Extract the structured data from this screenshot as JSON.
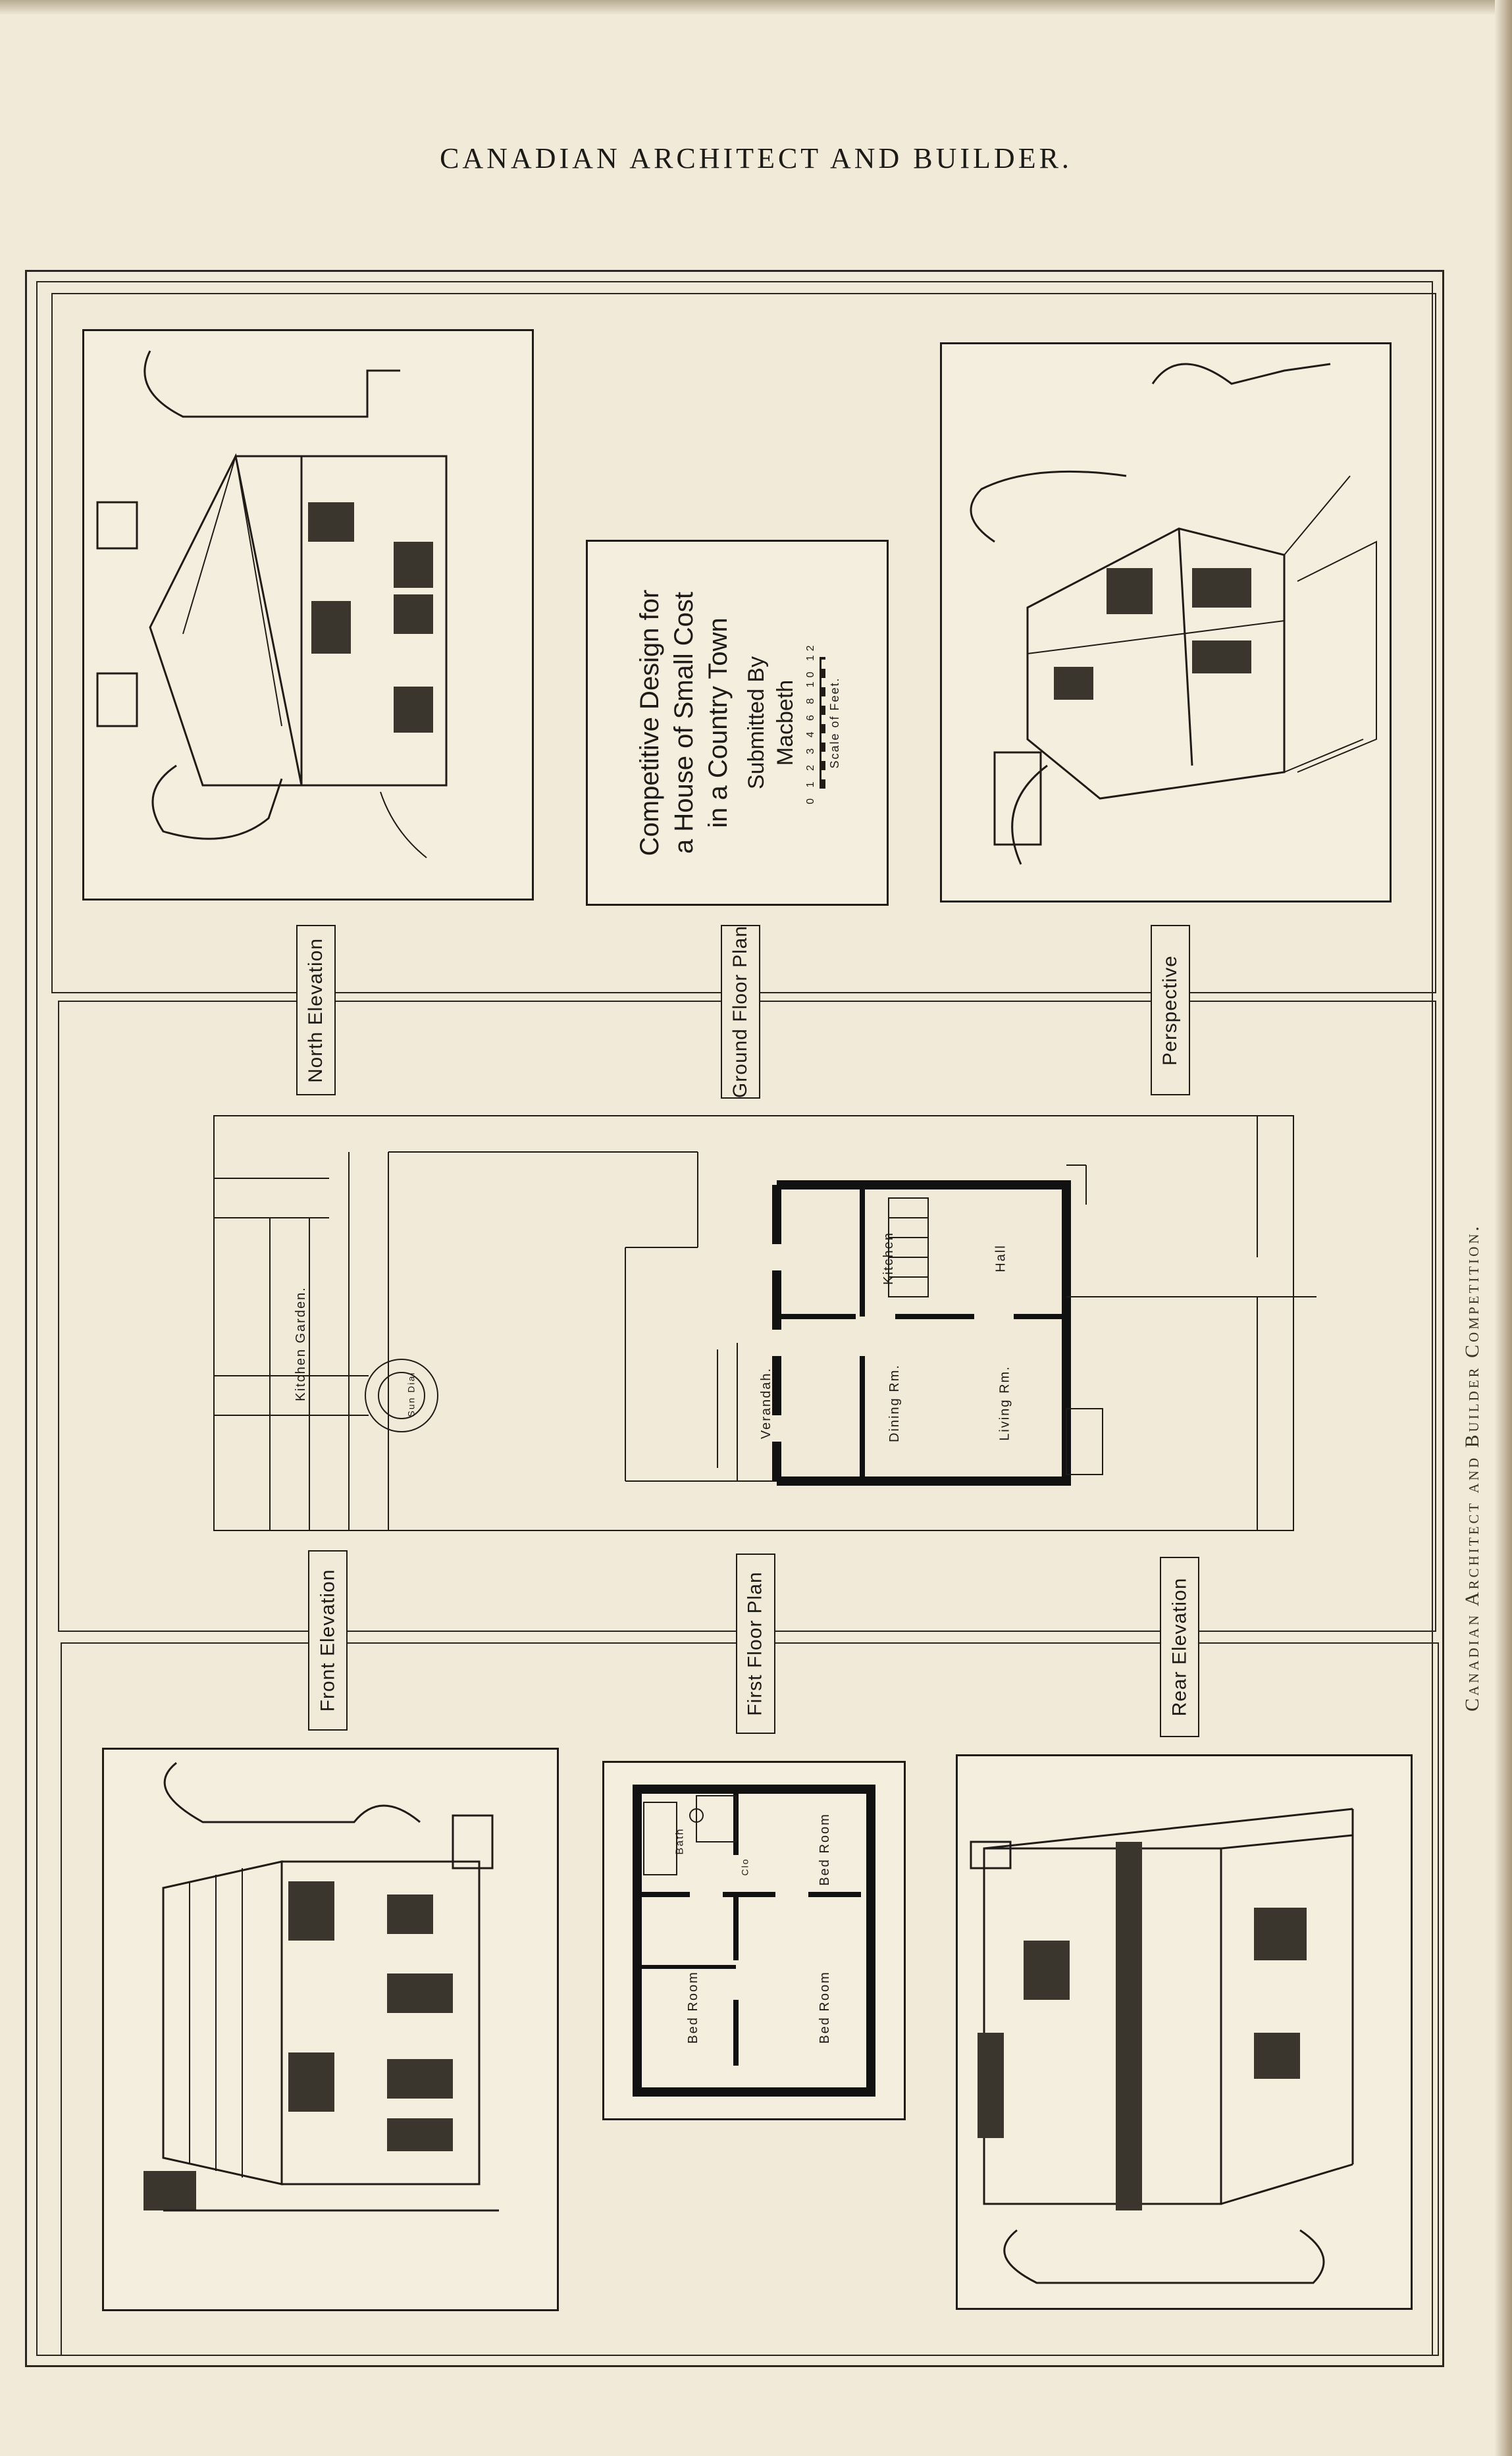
{
  "header": {
    "title": "CANADIAN ARCHITECT AND BUILDER."
  },
  "title_card": {
    "line1": "Competitive Design for",
    "line2": "a House of Small Cost",
    "line3": "in a Country Town",
    "submitted": "Submitted By",
    "author": "Macbeth",
    "scale_numbers": "0 1 2 3 4 6 8 10 12",
    "scale_label": "Scale of Feet."
  },
  "labels": {
    "north": "North Elevation",
    "ground": "Ground Floor Plan",
    "perspective": "Perspective",
    "front": "Front Elevation",
    "first": "First Floor Plan",
    "rear": "Rear Elevation"
  },
  "ground_plan": {
    "kitchen_garden": "Kitchen Garden.",
    "sun_dial": "Sun Dial",
    "verandah": "Verandah.",
    "dining": "Dining Rm.",
    "living": "Living Rm.",
    "kitchen": "Kitchen",
    "hall": "Hall"
  },
  "first_plan": {
    "bath": "Bath",
    "clo": "Clo",
    "bed_room": "Bed Room"
  },
  "side_caption": "Canadian Architect and Builder Competition."
}
